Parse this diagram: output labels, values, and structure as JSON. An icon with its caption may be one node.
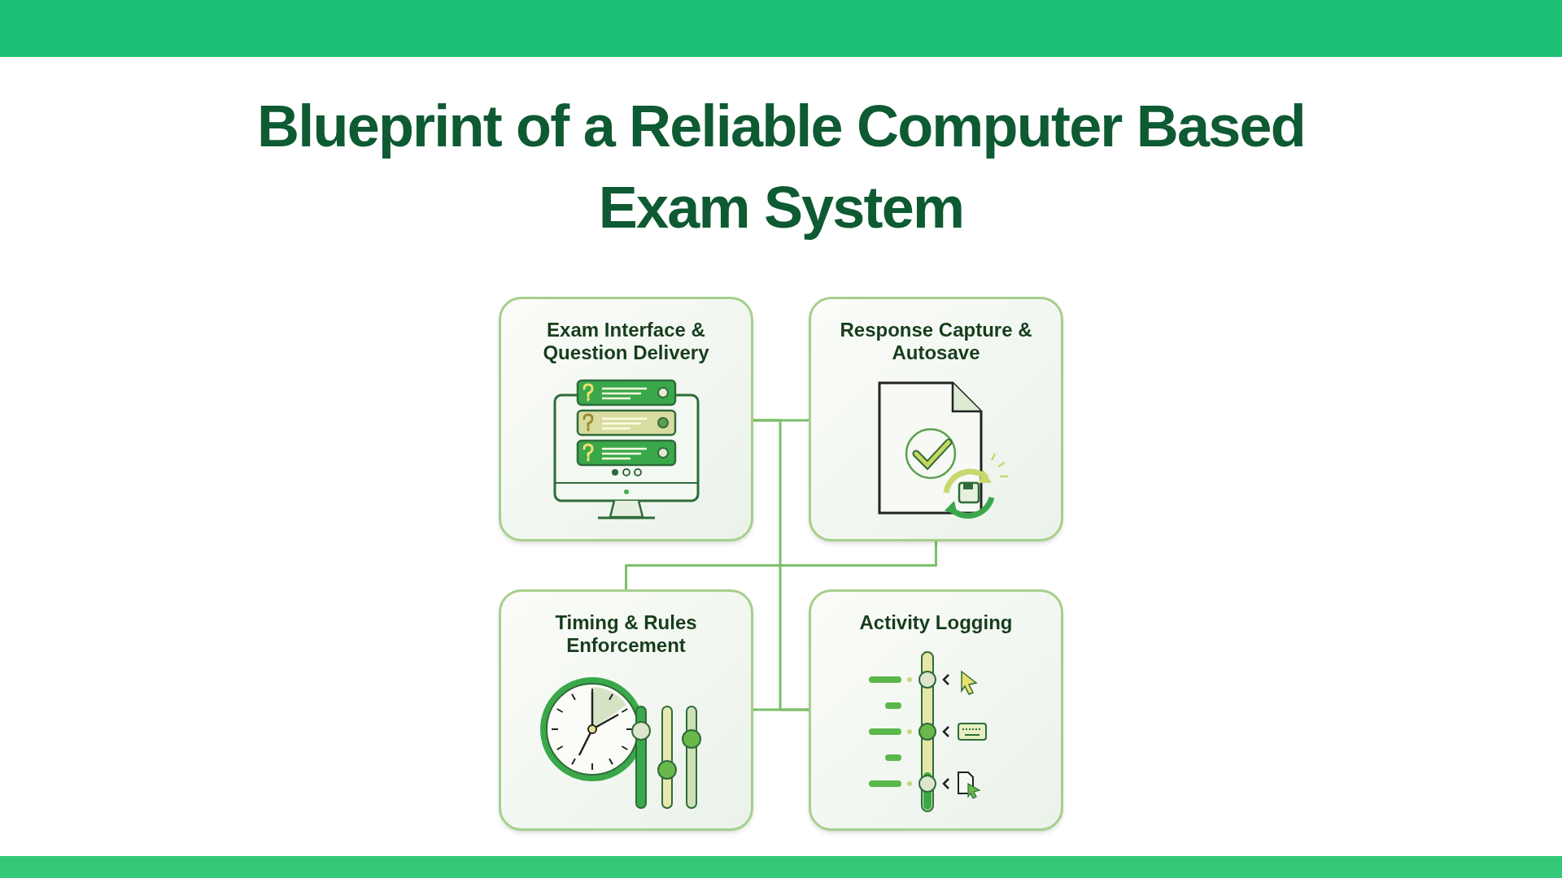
{
  "diagram": {
    "title": "Blueprint of a Reliable Computer Based Exam System",
    "nodes": [
      {
        "text": [
          "Exam Interface & Question Delivery"
        ]
      },
      {
        "text": [
          "Response Capture & Autosave"
        ]
      },
      {
        "text": [
          "Timing & Rules Enforcement"
        ]
      },
      {
        "text": [
          "Activity Logging"
        ]
      },
      {
        "text": [],
        "shape": "bar"
      },
      {
        "text": [],
        "shape": "bar"
      }
    ],
    "edges": [
      {
        "from": 0,
        "to": 1,
        "arrow": "none"
      },
      {
        "from": 1,
        "to": 2,
        "arrow": "none"
      },
      {
        "from": 0,
        "to": 3,
        "arrow": "none"
      },
      {
        "from": 2,
        "to": 3,
        "arrow": "none"
      }
    ]
  }
}
